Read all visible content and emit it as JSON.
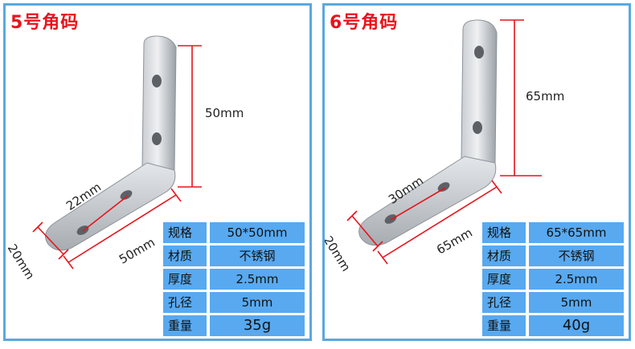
{
  "panels": [
    {
      "title": "5号角码",
      "dims": {
        "vertical": "50mm",
        "hole_spacing": "22mm",
        "horizontal": "50mm",
        "width": "20mm"
      },
      "specs": [
        {
          "key": "规格",
          "value": "50*50mm"
        },
        {
          "key": "材质",
          "value": "不锈钢"
        },
        {
          "key": "厚度",
          "value": "2.5mm"
        },
        {
          "key": "孔径",
          "value": "5mm"
        },
        {
          "key": "重量",
          "value": "35g"
        }
      ]
    },
    {
      "title": "6号角码",
      "dims": {
        "vertical": "65mm",
        "hole_spacing": "30mm",
        "horizontal": "65mm",
        "width": "20mm"
      },
      "specs": [
        {
          "key": "规格",
          "value": "65*65mm"
        },
        {
          "key": "材质",
          "value": "不锈钢"
        },
        {
          "key": "厚度",
          "value": "2.5mm"
        },
        {
          "key": "孔径",
          "value": "5mm"
        },
        {
          "key": "重量",
          "value": "40g"
        }
      ]
    }
  ],
  "colors": {
    "frame": "#5aa8de",
    "title": "#e8131c",
    "spec_bg": "#58a9f0",
    "dim_line": "#e8131c"
  }
}
